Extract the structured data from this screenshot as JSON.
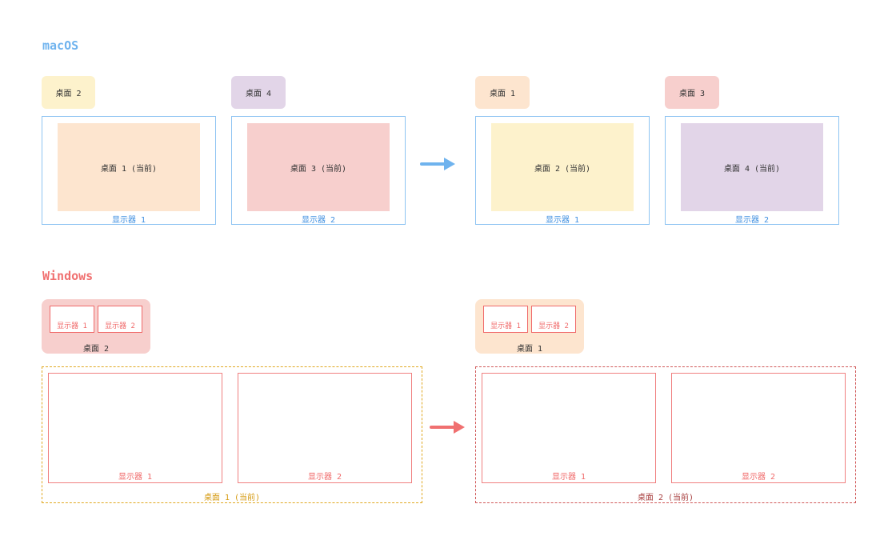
{
  "colors": {
    "mac_accent": "#6fb3ee",
    "win_accent": "#f07070",
    "desktop1": "#fde5cf",
    "desktop2": "#fdf2cc",
    "desktop3": "#f7cfcd",
    "desktop4": "#e2d5e8",
    "win_before_border": "#e0a820",
    "win_after_border": "#d05858"
  },
  "macos": {
    "title": "macOS",
    "before": {
      "tags": [
        {
          "label": "桌面 2"
        },
        {
          "label": "桌面 4"
        }
      ],
      "monitors": [
        {
          "desktop_label": "桌面 1 (当前)",
          "monitor_label": "显示器 1"
        },
        {
          "desktop_label": "桌面 3 (当前)",
          "monitor_label": "显示器 2"
        }
      ]
    },
    "after": {
      "tags": [
        {
          "label": "桌面 1"
        },
        {
          "label": "桌面 3"
        }
      ],
      "monitors": [
        {
          "desktop_label": "桌面 2 (当前)",
          "monitor_label": "显示器 1"
        },
        {
          "desktop_label": "桌面 4 (当前)",
          "monitor_label": "显示器 2"
        }
      ]
    }
  },
  "windows": {
    "title": "Windows",
    "before": {
      "group": {
        "mini_monitors": [
          "显示器 1",
          "显示器 2"
        ],
        "label": "桌面 2"
      },
      "monitors": [
        "显示器 1",
        "显示器 2"
      ],
      "desktop_label": "桌面 1 (当前)"
    },
    "after": {
      "group": {
        "mini_monitors": [
          "显示器 1",
          "显示器 2"
        ],
        "label": "桌面 1"
      },
      "monitors": [
        "显示器 1",
        "显示器 2"
      ],
      "desktop_label": "桌面 2 (当前)"
    }
  }
}
